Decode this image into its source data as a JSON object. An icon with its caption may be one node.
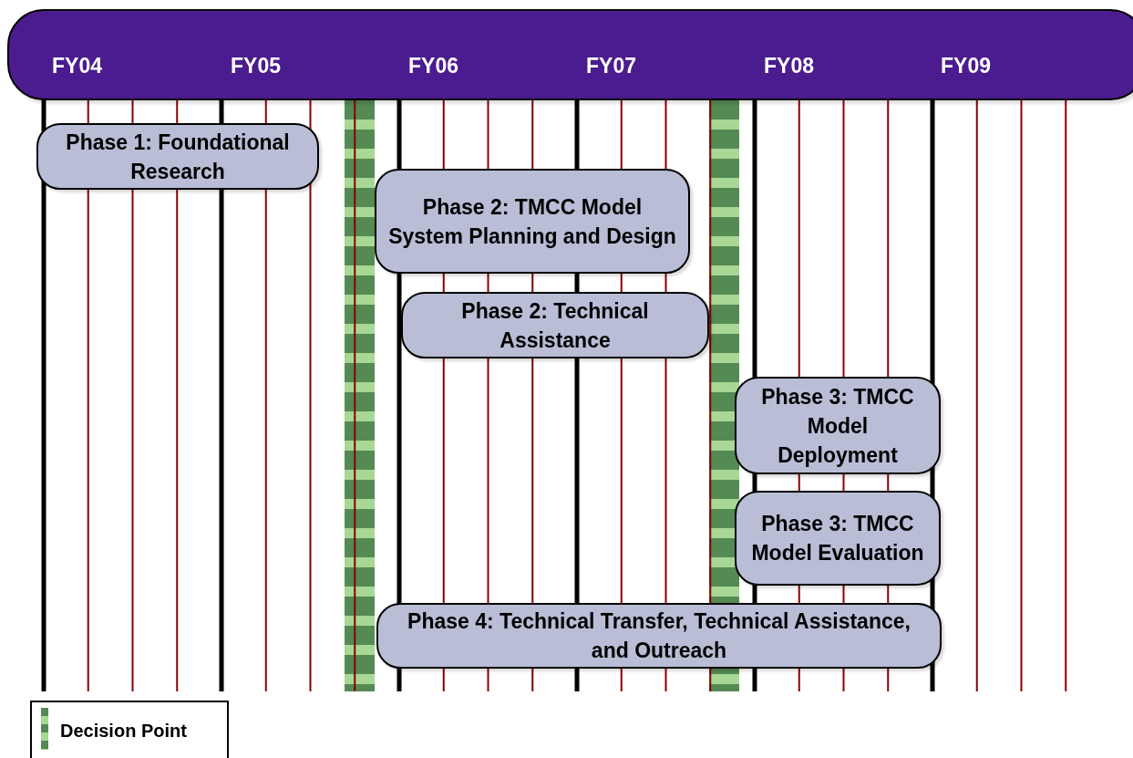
{
  "diagram": {
    "nodes": [
      {
        "text": [
          "FY04",
          "FY05",
          "FY06",
          "FY07",
          "FY08",
          "FY09"
        ]
      },
      {
        "text": [
          "Phase 1: Foundational Research"
        ]
      },
      {
        "text": [
          "Phase 2: TMCC Model System Planning and Design"
        ]
      },
      {
        "text": [
          "Phase 2: Technical Assistance"
        ]
      },
      {
        "text": [
          "Phase 3: TMCC Model Deployment"
        ]
      },
      {
        "text": [
          "Phase 3: TMCC Model Evaluation"
        ]
      },
      {
        "text": [
          "Phase 4: Technical Transfer, Technical Assistance, and Outreach"
        ]
      }
    ],
    "legend": [
      {
        "text": "Decision Point"
      }
    ]
  }
}
